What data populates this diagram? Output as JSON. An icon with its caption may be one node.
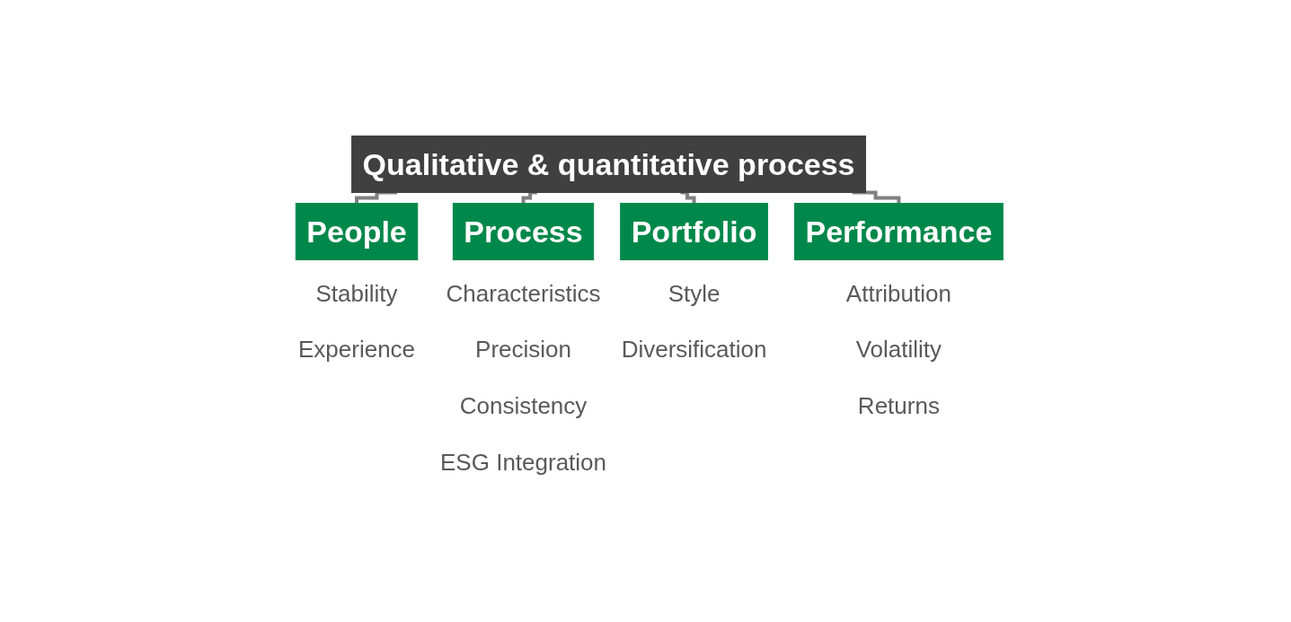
{
  "diagram": {
    "nodes": [
      {
        "text": [
          "Qualitative & quantitative process"
        ]
      },
      {
        "text": [
          "People"
        ],
        "beside": [
          "Stability",
          "Experience"
        ]
      },
      {
        "text": [
          "Process"
        ],
        "beside": [
          "Characteristics",
          "Precision",
          "Consistency",
          "ESG Integration"
        ]
      },
      {
        "text": [
          "Portfolio"
        ],
        "beside": [
          "Style",
          "Diversification"
        ]
      },
      {
        "text": [
          "Performance"
        ],
        "beside": [
          "Attribution",
          "Volatility",
          "Returns"
        ]
      }
    ],
    "edges": [
      {
        "from": 0,
        "to": 1,
        "arrow": "none"
      },
      {
        "from": 0,
        "to": 2,
        "arrow": "none"
      },
      {
        "from": 0,
        "to": 3,
        "arrow": "none"
      },
      {
        "from": 0,
        "to": 4,
        "arrow": "none"
      }
    ]
  }
}
